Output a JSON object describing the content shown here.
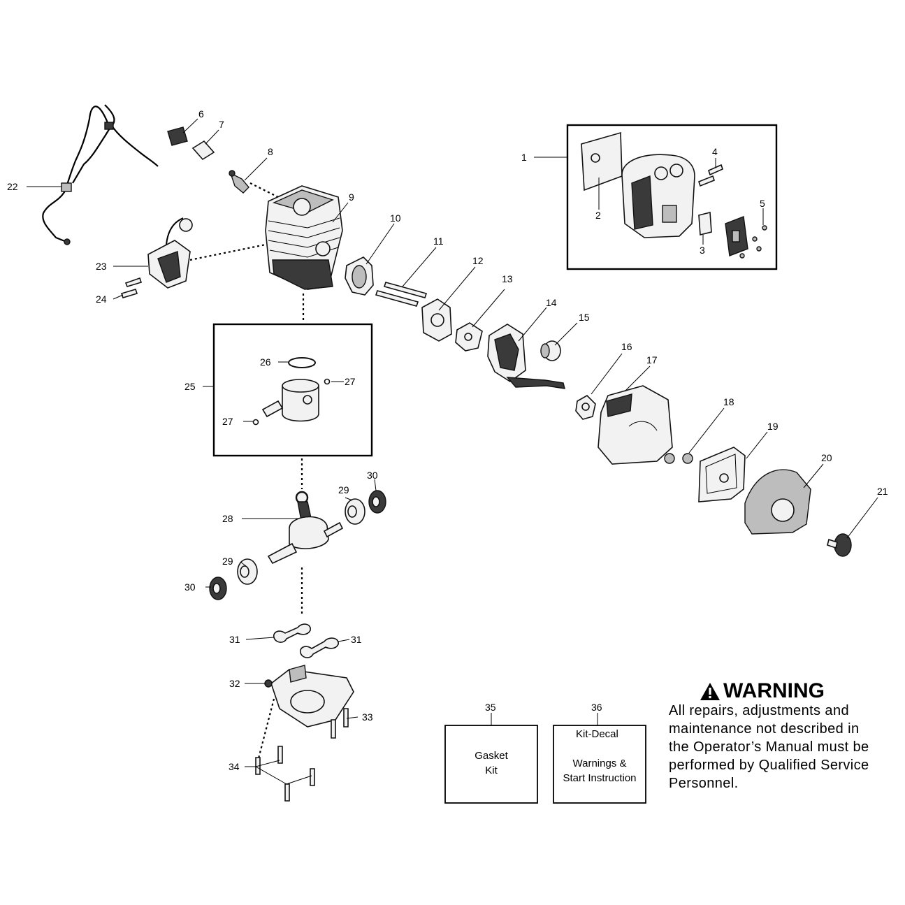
{
  "callouts": [
    "1",
    "2",
    "3",
    "4",
    "5",
    "6",
    "7",
    "8",
    "9",
    "10",
    "11",
    "12",
    "13",
    "14",
    "15",
    "16",
    "17",
    "18",
    "19",
    "20",
    "21",
    "22",
    "23",
    "24",
    "25",
    "26",
    "27",
    "27",
    "28",
    "29",
    "29",
    "30",
    "30",
    "31",
    "31",
    "32",
    "33",
    "34",
    "35",
    "36"
  ],
  "kit_boxes": {
    "gasket": {
      "number": "35",
      "line1": "Gasket",
      "line2": "Kit"
    },
    "decal": {
      "number": "36",
      "title": "Kit-Decal",
      "line1": "Warnings &",
      "line2": "Start Instruction"
    }
  },
  "warning": {
    "title": "WARNING",
    "lines": [
      "All repairs, adjustments and",
      "maintenance not described in",
      "the Operator’s Manual must be",
      "performed by Qualified Service",
      "Personnel."
    ]
  },
  "icons": {
    "warning": "warning-triangle-icon"
  }
}
